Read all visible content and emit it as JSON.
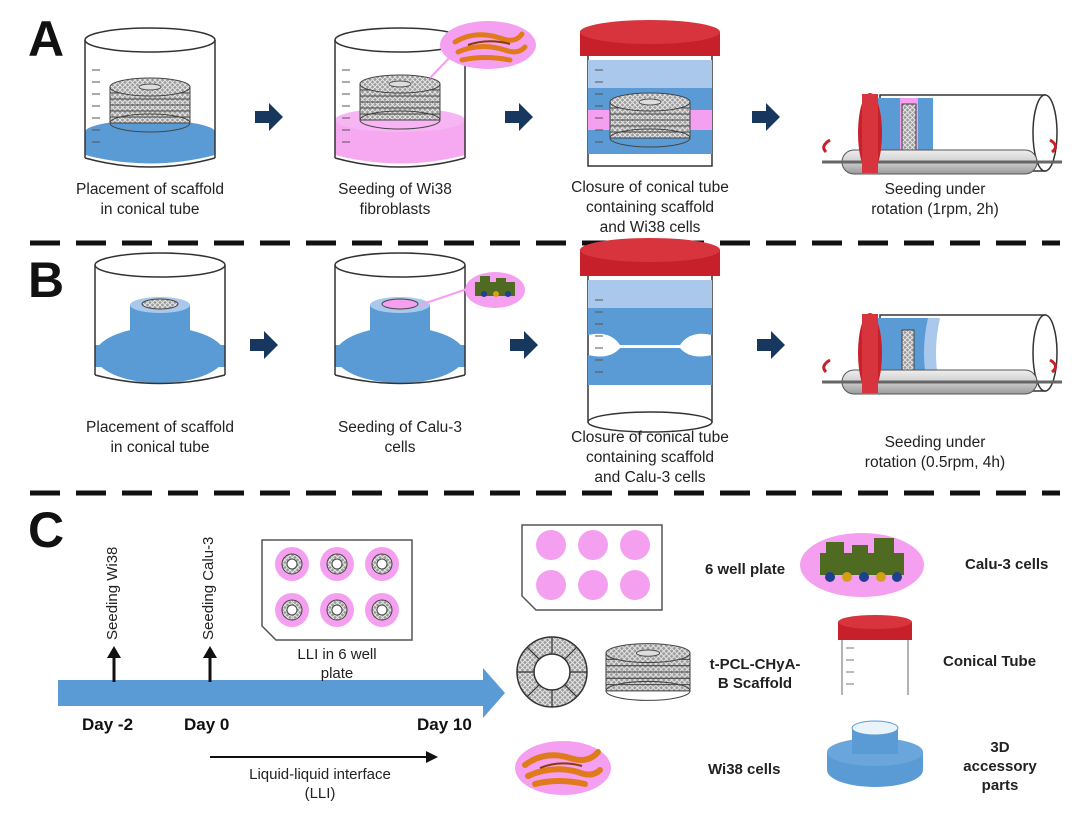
{
  "panels": {
    "A": {
      "label": "A",
      "steps": [
        "Placement of scaffold\nin conical tube",
        "Seeding of Wi38\nfibroblasts",
        "Closure of conical tube\ncontaining scaffold\nand Wi38 cells",
        "Seeding under\nrotation (1rpm, 2h)"
      ]
    },
    "B": {
      "label": "B",
      "steps": [
        "Placement of scaffold\nin conical tube",
        "Seeding of Calu-3\ncells",
        "Closure of conical tube\ncontaining scaffold\nand Calu-3 cells",
        "Seeding under\nrotation (0.5rpm, 4h)"
      ]
    },
    "C": {
      "label": "C",
      "timeline": {
        "events": [
          "Seeding Wi38",
          "Seeding Calu-3"
        ],
        "days": [
          "Day -2",
          "Day 0",
          "Day 10"
        ],
        "plate_caption": "LLI in 6 well\nplate",
        "interval_caption": "Liquid-liquid interface\n(LLI)"
      },
      "legend": {
        "plate": "6 well plate",
        "calu": "Calu-3 cells",
        "scaffold": "t-PCL-CHyA-\nB Scaffold",
        "tube": "Conical Tube",
        "wi38": "Wi38 cells",
        "accessory": "3D accessory\nparts"
      }
    }
  },
  "colors": {
    "blue": "#5b9bd5",
    "light_blue": "#a9c8ec",
    "pink": "#f59ff0",
    "red": "#c8202a",
    "arrow": "#17375e",
    "timeline": "#5b9bd5"
  }
}
